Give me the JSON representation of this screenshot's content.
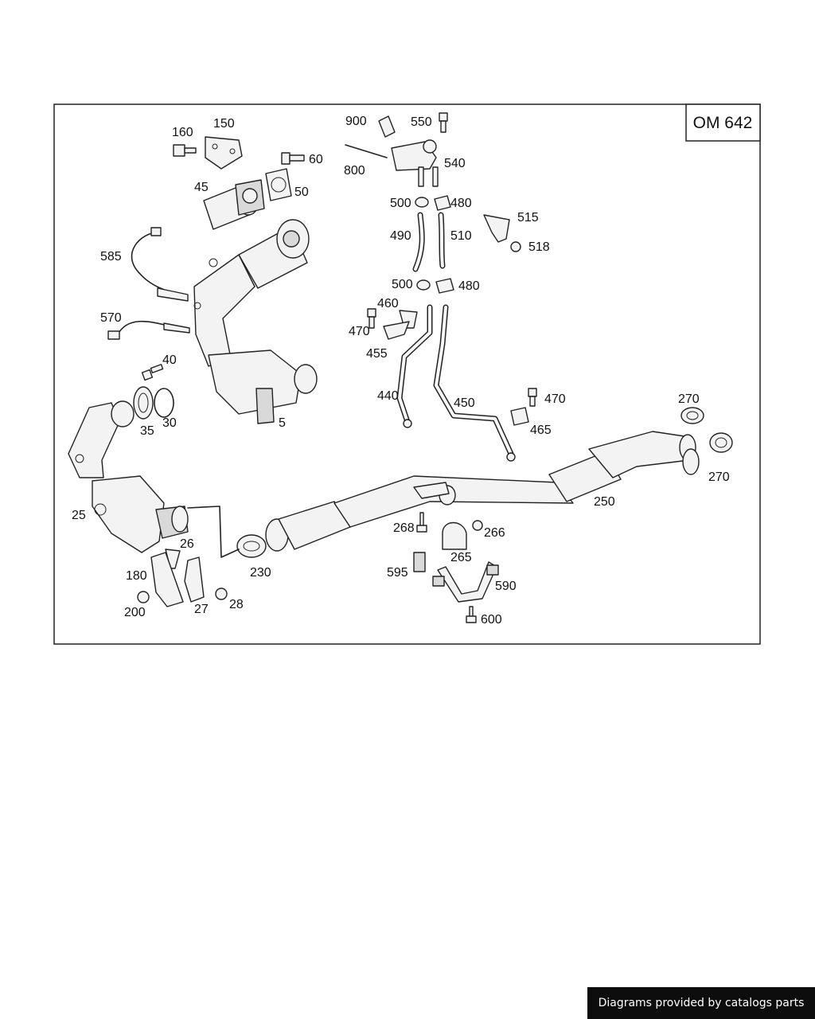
{
  "diagram": {
    "engine_code": "OM 642",
    "part_numbers": {
      "p5": "5",
      "p25": "25",
      "p26": "26",
      "p27": "27",
      "p28": "28",
      "p30": "30",
      "p35": "35",
      "p40": "40",
      "p45": "45",
      "p50": "50",
      "p60": "60",
      "p150": "150",
      "p160": "160",
      "p180": "180",
      "p200": "200",
      "p230": "230",
      "p250": "250",
      "p265": "265",
      "p266": "266",
      "p268": "268",
      "p270a": "270",
      "p270b": "270",
      "p440": "440",
      "p450": "450",
      "p455": "455",
      "p460": "460",
      "p465": "465",
      "p470a": "470",
      "p470b": "470",
      "p480a": "480",
      "p480b": "480",
      "p490": "490",
      "p500a": "500",
      "p500b": "500",
      "p510": "510",
      "p515": "515",
      "p518": "518",
      "p540": "540",
      "p550": "550",
      "p570": "570",
      "p585": "585",
      "p590": "590",
      "p595": "595",
      "p600": "600",
      "p800": "800",
      "p900": "900"
    }
  },
  "footer": {
    "credit": "Diagrams provided by catalogs parts"
  }
}
